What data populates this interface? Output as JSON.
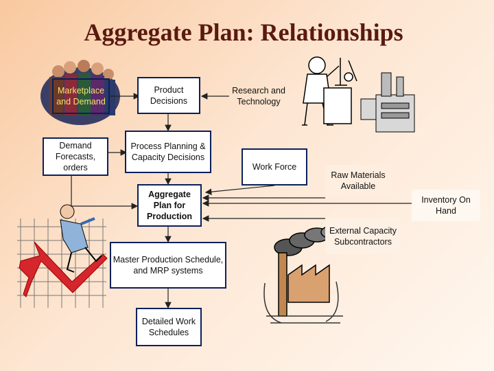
{
  "title": "Aggregate Plan: Relationships",
  "nodes": {
    "marketplace": "Marketplace and Demand",
    "demand_forecasts": "Demand Forecasts, orders",
    "product_decisions": "Product Decisions",
    "process_planning": "Process Planning & Capacity Decisions",
    "research": "Research and Technology",
    "work_force": "Work Force",
    "raw_materials": "Raw Materials Available",
    "inventory": "Inventory On Hand",
    "aggregate_plan": "Aggregate Plan for Production",
    "external_capacity": "External Capacity Subcontractors",
    "mps": "Master Production Schedule, and MRP systems",
    "detailed_schedules": "Detailed Work Schedules"
  },
  "icons": [
    "crowd-clipart-icon",
    "scientist-clipart-icon",
    "lab-equipment-icon",
    "falling-chart-businessman-icon",
    "factory-clipart-icon"
  ],
  "colors": {
    "box_border": "#0b1f5c",
    "title": "#5a1a10",
    "arrow": "#222222"
  }
}
